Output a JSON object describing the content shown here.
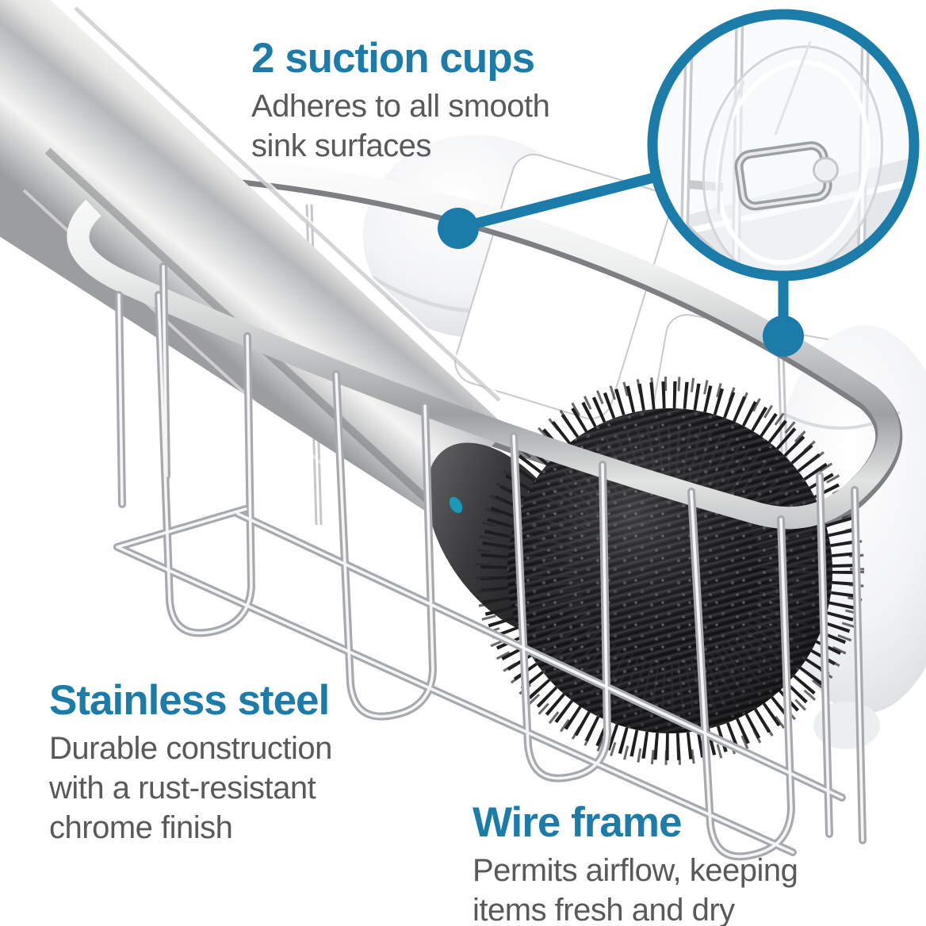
{
  "colors": {
    "accent": "#1b7ba9",
    "heading_text": "#1b7ba9",
    "body_text": "#58595b",
    "background": "#ffffff",
    "brush_bristles": "#1b1b1d",
    "chrome_highlight": "#f5f5f5",
    "chrome_shadow": "#8c8d90"
  },
  "callouts": {
    "suction_cups": {
      "title": "2 suction cups",
      "lines": [
        "Adheres to all smooth",
        "sink surfaces"
      ]
    },
    "stainless_steel": {
      "title": "Stainless steel",
      "lines": [
        "Durable construction",
        "with a rust-resistant",
        "chrome finish"
      ]
    },
    "wire_frame": {
      "title": "Wire frame",
      "lines": [
        "Permits airflow, keeping",
        "items fresh and dry"
      ]
    }
  }
}
